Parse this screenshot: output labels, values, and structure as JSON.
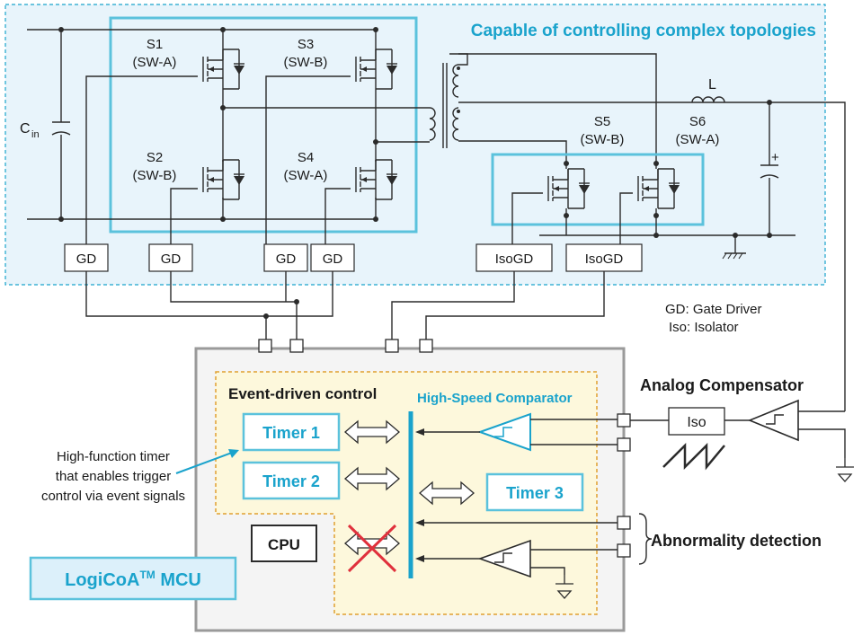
{
  "topology": {
    "title": "Capable of controlling complex topologies",
    "cin_label": "C",
    "cin_sub": "in",
    "inductor_label": "L",
    "cap_polarity": "+",
    "switches": [
      {
        "name": "S1",
        "role": "(SW-A)"
      },
      {
        "name": "S2",
        "role": "(SW-B)"
      },
      {
        "name": "S3",
        "role": "(SW-B)"
      },
      {
        "name": "S4",
        "role": "(SW-A)"
      },
      {
        "name": "S5",
        "role": "(SW-B)"
      },
      {
        "name": "S6",
        "role": "(SW-A)"
      }
    ],
    "drivers": [
      "GD",
      "GD",
      "GD",
      "GD",
      "IsoGD",
      "IsoGD"
    ]
  },
  "legend": {
    "gd": "GD: Gate Driver",
    "iso": "Iso: Isolator"
  },
  "mcu": {
    "name": "LogiCoA",
    "trademark": "TM",
    "name_suffix": " MCU",
    "event_title": "Event-driven control",
    "comparator_title": "High-Speed Comparator",
    "timers": [
      "Timer 1",
      "Timer 2",
      "Timer 3"
    ],
    "cpu": "CPU"
  },
  "external": {
    "analog_compensator": "Analog Compensator",
    "iso": "Iso",
    "abnormality": "Abnormality detection"
  },
  "callout": {
    "lines": [
      "High-function timer",
      "that enables trigger",
      "control via event signals"
    ]
  },
  "colors": {
    "accent": "#1aa3cc",
    "box_border": "#5bc2dc",
    "area_fill": "#e8f4fb",
    "event_fill": "#fdf8dc",
    "event_border": "#e0a030",
    "cross": "#e0303c"
  }
}
